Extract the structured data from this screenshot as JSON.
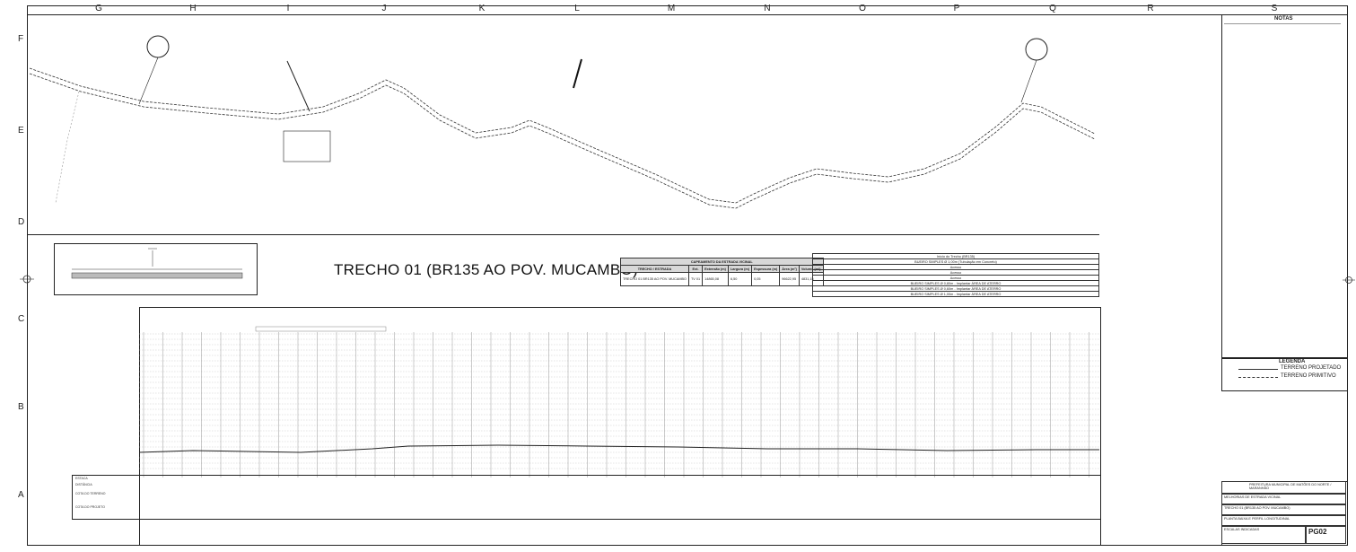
{
  "grid": {
    "top_columns": [
      "G",
      "H",
      "I",
      "J",
      "K",
      "L",
      "M",
      "N",
      "O",
      "P",
      "Q",
      "R",
      "S"
    ],
    "rows": [
      "F",
      "E",
      "D",
      "C",
      "B",
      "A"
    ]
  },
  "section_title": "TRECHO 01 (BR135 AO POV. MUCAMBO)",
  "quantities_table": {
    "header": "CAPEAMENTO DA ESTRADA VICINAL",
    "columns": [
      "TRECHO / ESTRADA",
      "Ext.",
      "Extensão (m)",
      "Largura (m)",
      "Espessura (m)",
      "Área (m²)",
      "Volume (m³)"
    ],
    "row": [
      "TRECHO 01 BR135 AO POV. MUCAMBO",
      "TV 01",
      "14865,08",
      "6,50",
      "0,05",
      "96622,95",
      "4831,15"
    ]
  },
  "right_table": {
    "rows": [
      [
        "Início do Trecho (BR135)"
      ],
      [
        "BUEIRO SIMPLES Ø 1,00m (Tubulação em Concreto)"
      ],
      [
        "Acesso"
      ],
      [
        "Acesso"
      ],
      [
        "Acesso"
      ],
      [
        "BUEIRO SIMPLES Ø 0,80m - Implantar ÁREA DE ATERRO"
      ],
      [
        "BUEIRO SIMPLES Ø 0,60m - Implantar ÁREA DE ATERRO"
      ],
      [
        "BUEIRO SIMPLES Ø 1,00m - Implantar ÁREA DE ATERRO"
      ]
    ]
  },
  "legend": {
    "title": "LEGENDA",
    "items": [
      "TERRENO PROJETADO",
      "TERRENO PRIMITIVO"
    ]
  },
  "notes": {
    "title": "NOTAS"
  },
  "profile": {
    "row_labels": [
      "ESTACA",
      "DISTÂNCIA",
      "COTA DO TERRENO",
      "COTA DO PROJETO"
    ]
  },
  "title_block": {
    "client": "PREFEITURA MUNICIPAL DE MATÕES DO NORTE / MARANHÃO",
    "project": "MELHORIAS DE ESTRADA VICINAL",
    "sheet_title": "TRECHO 01 (BR135 AO POV. MUCAMBO)",
    "content": "PLANTA BAIXA E PERFIL LONGITUDINAL",
    "sheet_code": "PG02",
    "scale": "ESCALAS INDICADAS"
  },
  "colors": {
    "line": "#222222",
    "grid": "#888888",
    "paper": "#ffffff"
  }
}
